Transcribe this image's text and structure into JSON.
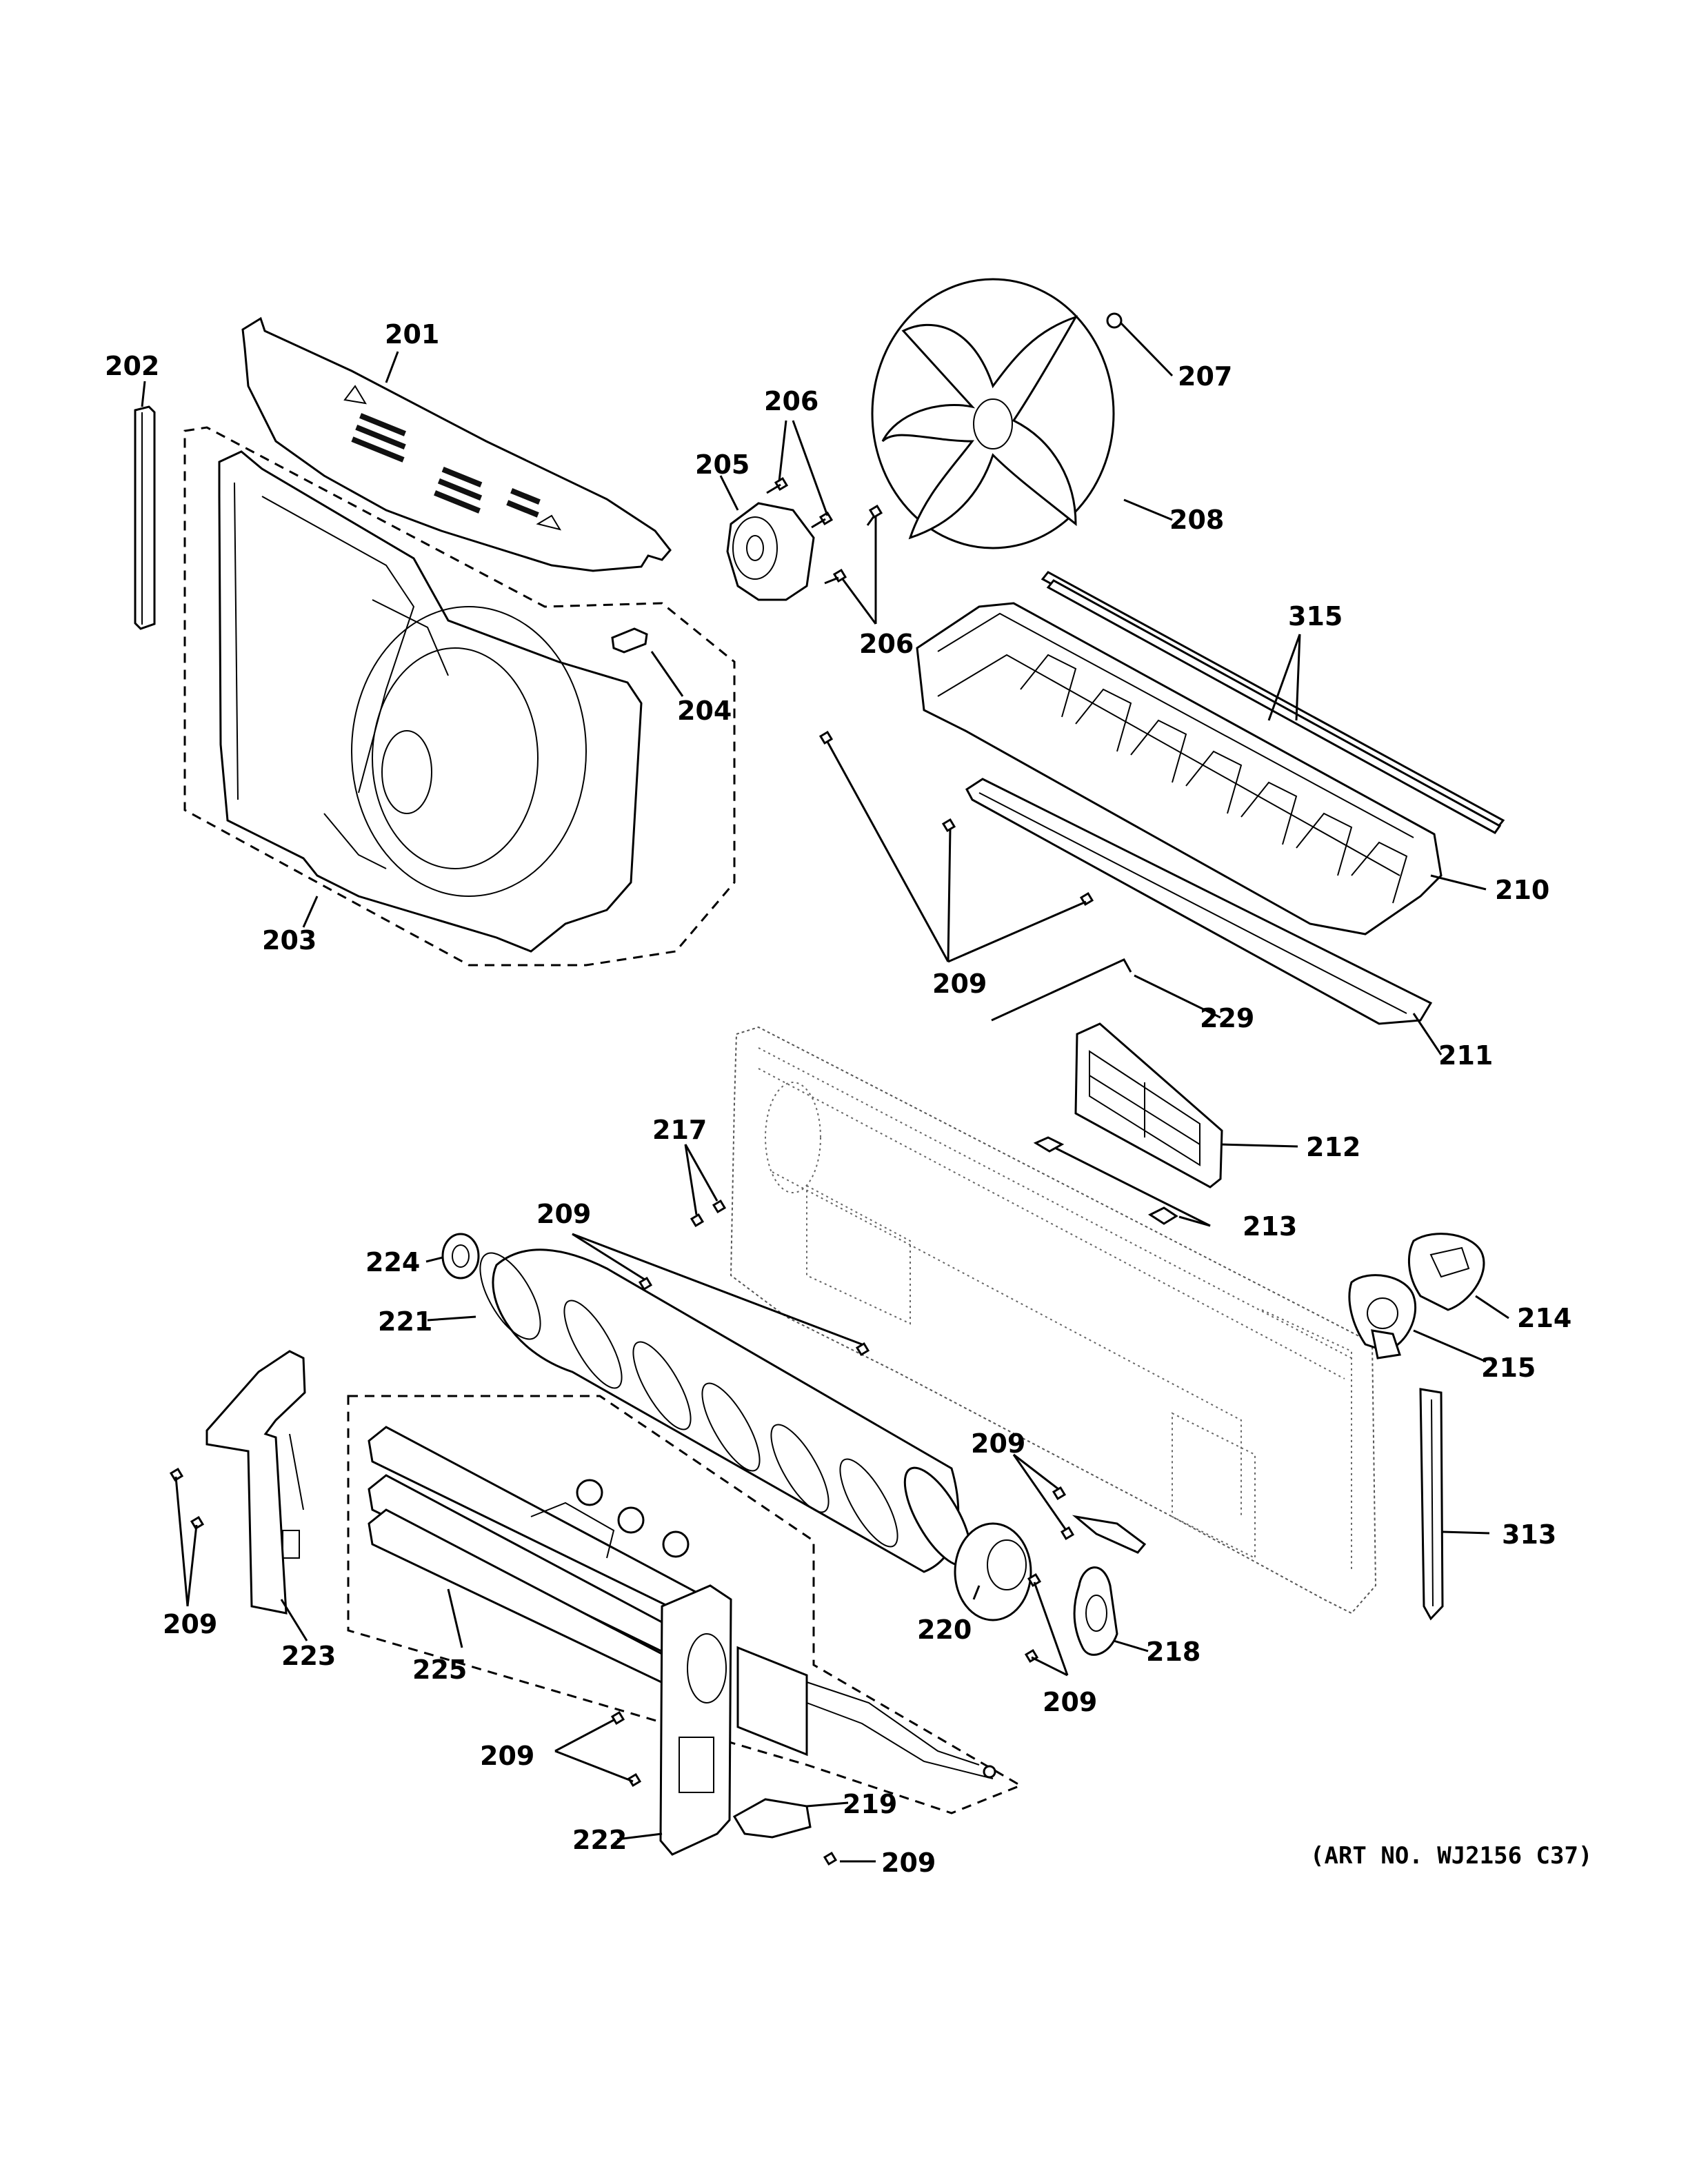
{
  "figure": {
    "art_number": "(ART NO. WJ2156 C37)"
  },
  "labels": {
    "l201": "201",
    "l202": "202",
    "l203": "203",
    "l204": "204",
    "l205": "205",
    "l206a": "206",
    "l206b": "206",
    "l207": "207",
    "l208": "208",
    "l209a": "209",
    "l209b": "209",
    "l209c": "209",
    "l209d": "209",
    "l209e": "209",
    "l209f": "209",
    "l209g": "209",
    "l210": "210",
    "l211": "211",
    "l212": "212",
    "l213": "213",
    "l214": "214",
    "l215": "215",
    "l217": "217",
    "l218": "218",
    "l219": "219",
    "l220": "220",
    "l221": "221",
    "l222": "222",
    "l223": "223",
    "l224": "224",
    "l225": "225",
    "l229": "229",
    "l313": "313",
    "l315": "315"
  }
}
